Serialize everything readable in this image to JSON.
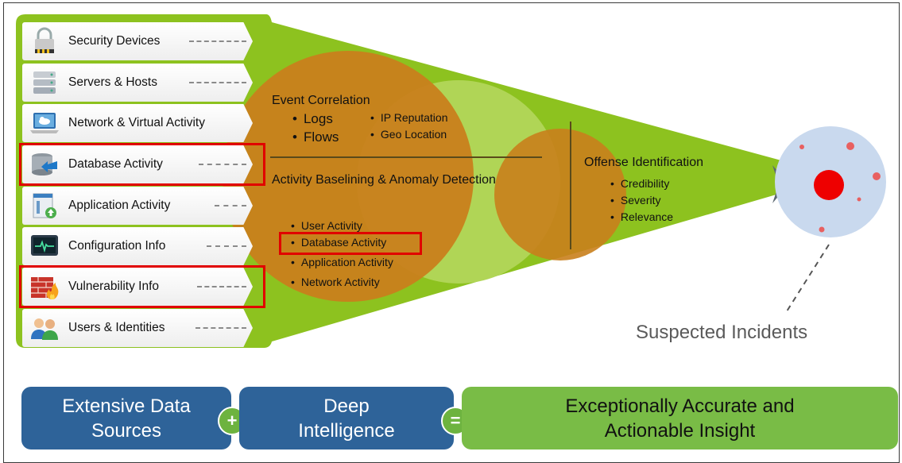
{
  "sources": [
    {
      "label": "Security Devices",
      "icon": "lock-icon",
      "highlighted": false
    },
    {
      "label": "Servers & Hosts",
      "icon": "server-icon",
      "highlighted": false
    },
    {
      "label": "Network & Virtual Activity",
      "icon": "cloud-laptop-icon",
      "highlighted": false
    },
    {
      "label": "Database Activity",
      "icon": "database-icon",
      "highlighted": true
    },
    {
      "label": "Application Activity",
      "icon": "application-icon",
      "highlighted": false
    },
    {
      "label": "Configuration Info",
      "icon": "monitor-icon",
      "highlighted": false
    },
    {
      "label": "Vulnerability Info",
      "icon": "firewall-icon",
      "highlighted": true
    },
    {
      "label": "Users & Identities",
      "icon": "users-icon",
      "highlighted": false
    }
  ],
  "correlation": {
    "title": "Event Correlation",
    "left_items": [
      "Logs",
      "Flows"
    ],
    "right_items": [
      "IP Reputation",
      "Geo Location"
    ]
  },
  "baselining": {
    "title": "Activity Baselining & Anomaly Detection",
    "items": [
      "User Activity",
      "Database Activity",
      "Application Activity",
      "Network Activity"
    ],
    "highlighted_item": "Database Activity"
  },
  "offense": {
    "title": "Offense Identification",
    "items": [
      "Credibility",
      "Severity",
      "Relevance"
    ]
  },
  "incidents_label": "Suspected Incidents",
  "equation": {
    "term1": [
      "Extensive Data",
      "Sources"
    ],
    "plus": "+",
    "term2": [
      "Deep",
      "Intelligence"
    ],
    "equals": "=",
    "result": [
      "Exceptionally Accurate and",
      "Actionable Insight"
    ]
  },
  "colors": {
    "funnel_green": "#8dc21f",
    "circle_orange": "#c9801c",
    "pill_blue": "#2e6399",
    "pill_green": "#79bc46",
    "highlight_red": "#e10000",
    "incident_red": "#ee0000",
    "incident_circle": "#c9d9ee"
  }
}
